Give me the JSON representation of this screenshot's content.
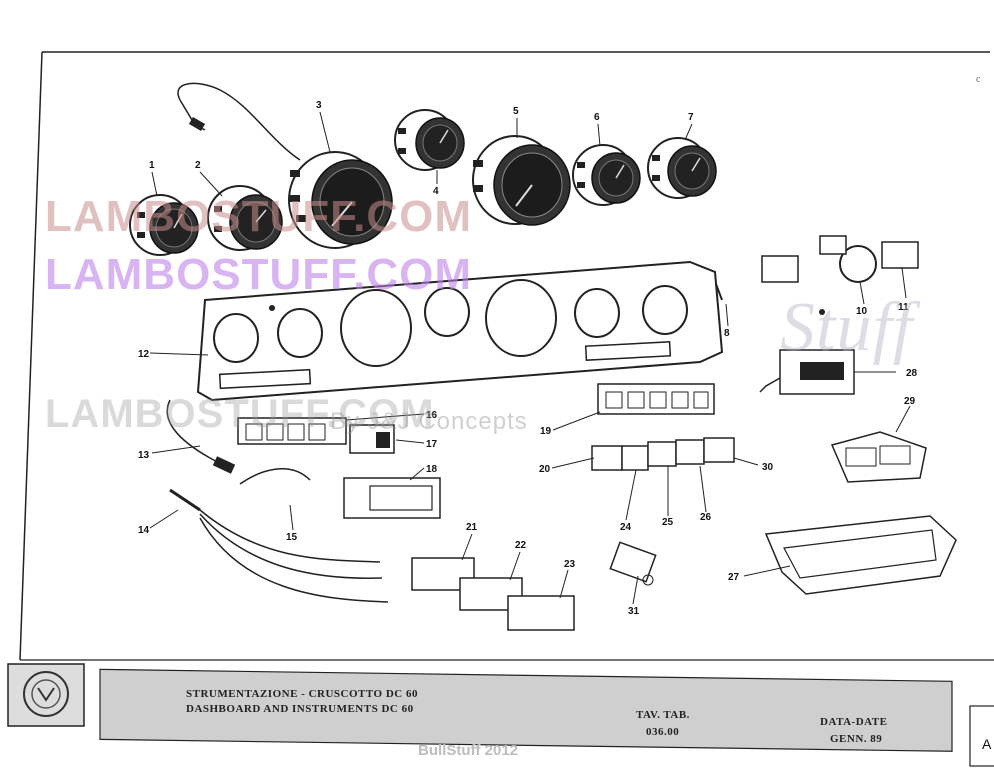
{
  "watermarks": {
    "red": "LAMBOSTUFF.COM",
    "purple": "LAMBOSTUFF.COM",
    "grey": "LAMBOSTUFF.COM",
    "concepts": "By J&J Concepts",
    "stuff": "Stuff"
  },
  "title_block": {
    "title_it": "STRUMENTAZIONE - CRUSCOTTO   DC 60",
    "title_en": "DASHBOARD AND INSTRUMENTS   DC 60",
    "tav_label": "TAV. TAB.",
    "tav_number": "036.00",
    "date_label": "DATA-DATE",
    "date_value": "GENN. 89"
  },
  "credit": "BullStuff 2012",
  "corner_letter": "A",
  "corner_mark": "c",
  "callouts": [
    "1",
    "2",
    "3",
    "4",
    "5",
    "6",
    "7",
    "8",
    "10",
    "11",
    "12",
    "13",
    "14",
    "15",
    "16",
    "17",
    "18",
    "19",
    "20",
    "21",
    "22",
    "23",
    "24",
    "25",
    "26",
    "27",
    "28",
    "29",
    "30",
    "31"
  ],
  "colors": {
    "line": "#222222",
    "paper": "#ffffff",
    "titleblock_bg": "#cfcfcf"
  }
}
